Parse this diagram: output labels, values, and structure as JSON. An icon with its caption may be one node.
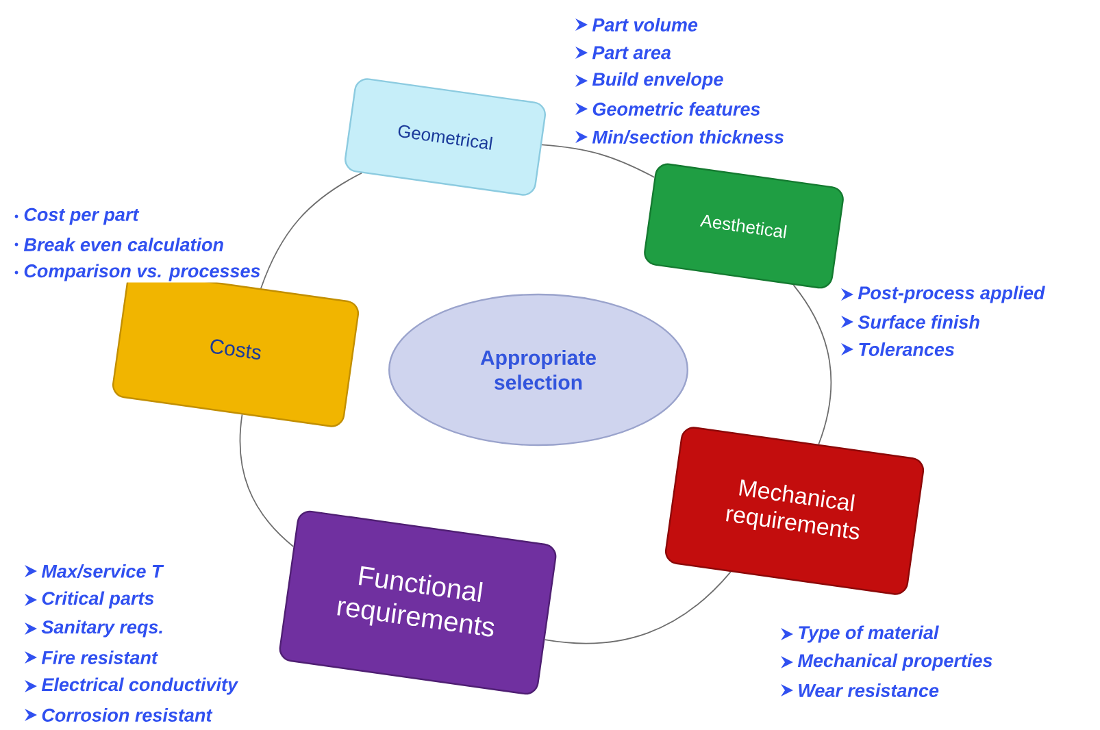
{
  "diagram": {
    "nodes": [
      {
        "text": [
          "Appropriate selection"
        ]
      },
      {
        "text": [
          "Geometrical"
        ],
        "beside": [
          "Part volume",
          "Part area",
          "Build envelope",
          "Geometric features",
          "Min/section  thickness"
        ]
      },
      {
        "text": [
          "Aesthetical"
        ],
        "beside": [
          "Post-process applied",
          "Surface finish",
          "Tolerances"
        ]
      },
      {
        "text": [
          "Mechanical requirements"
        ],
        "beside": [
          "Type of material",
          "Mechanical properties",
          "Wear resistance"
        ]
      },
      {
        "text": [
          "Functional requirements"
        ],
        "beside": [
          "Max/service T",
          "Critical  parts",
          "Sanitary reqs.",
          "Fire resistant",
          "Electrical  conductivity",
          "Corrosion resistant"
        ]
      },
      {
        "text": [
          "Costs"
        ],
        "beside": [
          "Cost per part",
          "Break even calculation",
          "Comparison vs. processes"
        ]
      }
    ],
    "edges": [
      {
        "from": 1,
        "to": 2,
        "arrow": "none"
      },
      {
        "from": 2,
        "to": 3,
        "arrow": "none"
      },
      {
        "from": 3,
        "to": 4,
        "arrow": "none"
      },
      {
        "from": 4,
        "to": 5,
        "arrow": "none"
      },
      {
        "from": 5,
        "to": 1,
        "arrow": "none"
      }
    ]
  }
}
